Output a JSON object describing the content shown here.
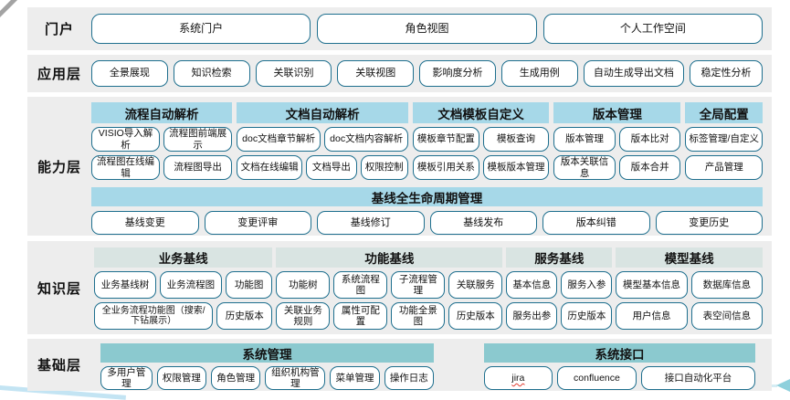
{
  "colors": {
    "band_bg": "#ededed",
    "box_border": "#1e6f8e",
    "header_light_blue": "#a6d8e8",
    "header_gray_teal": "#d9e4e2",
    "header_teal": "#8bc9cf"
  },
  "layers": {
    "portal": {
      "label": "门户",
      "buttons": [
        "系统门户",
        "角色视图",
        "个人工作空间"
      ]
    },
    "application": {
      "label": "应用层",
      "buttons": [
        "全景展现",
        "知识检索",
        "关联识别",
        "关联视图",
        "影响度分析",
        "生成用例",
        "自动生成导出文档",
        "稳定性分析"
      ]
    },
    "capability": {
      "label": "能力层",
      "groups": [
        {
          "header": "流程自动解析",
          "rows": [
            [
              "VISIO导入解析",
              "流程图前端展示"
            ],
            [
              "流程图在线编辑",
              "流程图导出"
            ]
          ]
        },
        {
          "header": "文档自动解析",
          "rows": [
            [
              "doc文档章节解析",
              "doc文档内容解析"
            ],
            [
              "文档在线编辑",
              "文档导出",
              "权限控制"
            ]
          ]
        },
        {
          "header": "文档模板自定义",
          "rows": [
            [
              "模板章节配置",
              "模板查询"
            ],
            [
              "模板引用关系",
              "模板版本管理"
            ]
          ]
        },
        {
          "header": "版本管理",
          "rows": [
            [
              "版本管理",
              "版本比对"
            ],
            [
              "版本关联信息",
              "版本合并"
            ]
          ]
        },
        {
          "header": "全局配置",
          "rows": [
            [
              "标签管理/自定义"
            ],
            [
              "产品管理"
            ]
          ]
        }
      ],
      "baseline": {
        "header": "基线全生命周期管理",
        "buttons": [
          "基线变更",
          "变更评审",
          "基线修订",
          "基线发布",
          "版本纠错",
          "变更历史"
        ]
      }
    },
    "knowledge": {
      "label": "知识层",
      "groups": [
        {
          "header": "业务基线",
          "rows": [
            [
              "业务基线树",
              "业务流程图",
              "功能图"
            ],
            [
              "全业务流程功能图（搜索/下钻展示）",
              "历史版本"
            ]
          ]
        },
        {
          "header": "功能基线",
          "rows": [
            [
              "功能树",
              "系统流程图",
              "子流程管理",
              "关联服务"
            ],
            [
              "关联业务规则",
              "属性可配置",
              "功能全景图",
              "历史版本"
            ]
          ]
        },
        {
          "header": "服务基线",
          "rows": [
            [
              "基本信息",
              "服务入参"
            ],
            [
              "服务出参",
              "历史版本"
            ]
          ]
        },
        {
          "header": "模型基线",
          "rows": [
            [
              "模型基本信息",
              "数据库信息"
            ],
            [
              "用户信息",
              "表空间信息"
            ]
          ]
        }
      ]
    },
    "foundation": {
      "label": "基础层",
      "groups": [
        {
          "header": "系统管理",
          "buttons": [
            "多用户管理",
            "权限管理",
            "角色管理",
            "组织机构管理",
            "菜单管理",
            "操作日志"
          ]
        },
        {
          "header": "系统接口",
          "buttons": [
            "jira",
            "confluence",
            "接口自动化平台"
          ]
        }
      ]
    }
  }
}
